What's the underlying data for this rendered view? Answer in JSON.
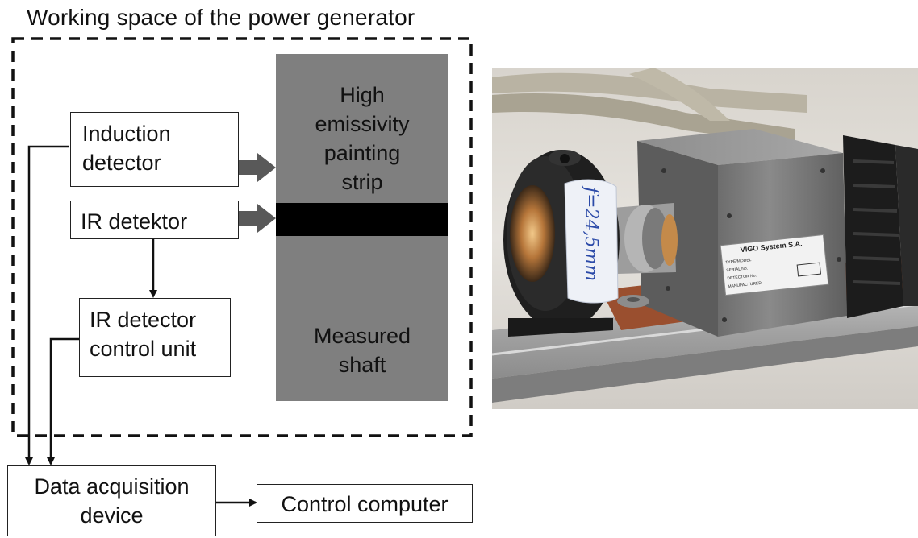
{
  "diagram": {
    "title": "Working space of the power generator",
    "boxes": {
      "induction_detector": "Induction\ndetector",
      "ir_detector": "IR detektor",
      "ir_control_unit": "IR detector\ncontrol unit",
      "data_acquisition": "Data acquisition\ndevice",
      "control_computer": "Control computer"
    },
    "shaft": {
      "strip_label": "High\nemissivity\npainting\nstrip",
      "shaft_label": "Measured\nshaft"
    }
  },
  "photo": {
    "detector_label_brand": "VIGO System S.A.",
    "detector_label_fields": [
      "TYPE/MODEL",
      "SERIAL No.",
      "DETECTOR No.",
      "MANUFACTURED"
    ],
    "lens_handwriting": "f=24,5mm"
  },
  "colors": {
    "shaft": "#7f7f7f",
    "strip": "#000000",
    "arrow": "#595959"
  }
}
